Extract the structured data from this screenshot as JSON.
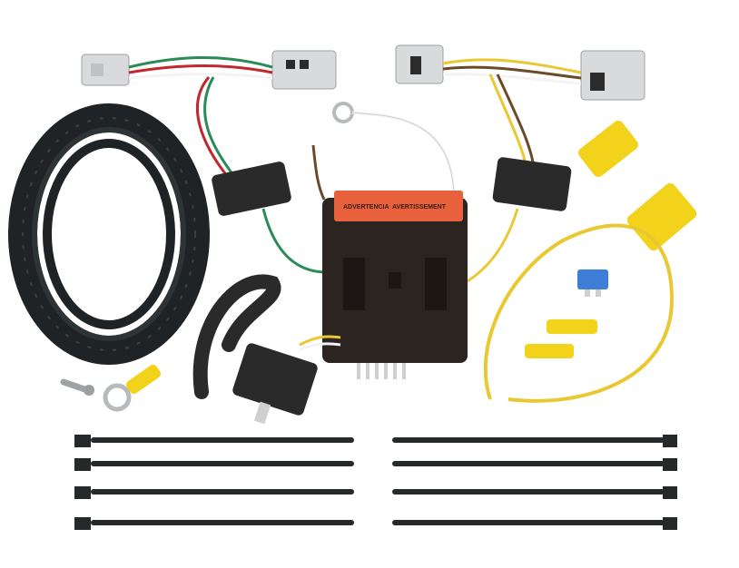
{
  "product": {
    "module_label_left": "ADVERTENCIA",
    "module_label_right": "AVERTISSEMENT"
  },
  "colors": {
    "background": "#ffffff",
    "cable_black": "#1f2326",
    "connector_gray": "#d9dadb",
    "module_body": "#2b2420",
    "warning_label": "#e8603c",
    "cap_yellow": "#f3d21b",
    "wire_white": "#f4f4f4",
    "wire_green": "#2b8a57",
    "wire_red": "#c2272d",
    "wire_brown": "#6b4a2a",
    "wire_yellow": "#e9c832",
    "fuse_blue": "#3d7fd6",
    "zip_tie": "#25292a"
  },
  "parts": {
    "zip_tie_count_left": 4,
    "zip_tie_count_right": 4
  }
}
